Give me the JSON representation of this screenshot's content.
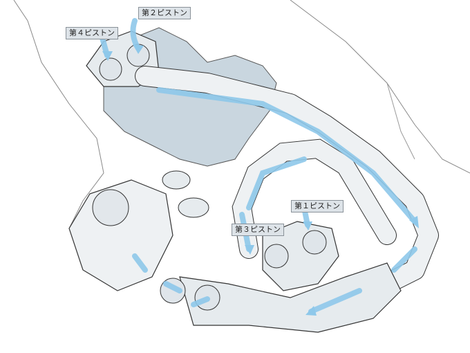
{
  "labels": {
    "piston2": "第２ピストン",
    "piston4": "第４ピストン",
    "piston1": "第１ピストン",
    "piston3": "第３ピストン"
  },
  "colors": {
    "flow_arrow": "#8ec8ea",
    "engine_block": "#c9d6df",
    "outline": "#333333",
    "label_bg": "#dde3e8"
  }
}
